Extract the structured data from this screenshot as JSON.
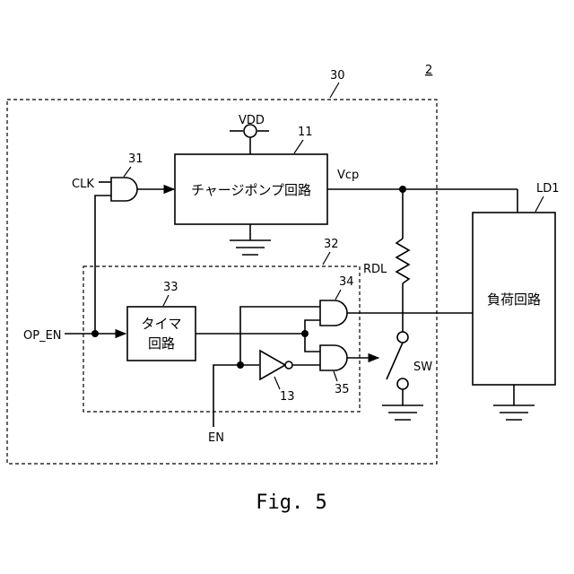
{
  "figure": {
    "caption": "Fig. 5",
    "device_ref": "2"
  },
  "blocks": {
    "outer_ref": "30",
    "timer_group_ref": "32",
    "charge_pump": {
      "label": "チャージポンプ回路",
      "ref": "11"
    },
    "timer": {
      "line1": "タイマ",
      "line2": "回路",
      "ref": "33"
    },
    "load": {
      "label": "負荷回路",
      "ref": "LD1"
    }
  },
  "gates": {
    "and_clk_ref": "31",
    "and_34_ref": "34",
    "and_35_ref": "35",
    "inverter_ref": "13"
  },
  "signals": {
    "vdd": "VDD",
    "clk": "CLK",
    "vcp": "Vcp",
    "op_en": "OP_EN",
    "en": "EN",
    "rdl": "RDL",
    "sw": "SW"
  }
}
